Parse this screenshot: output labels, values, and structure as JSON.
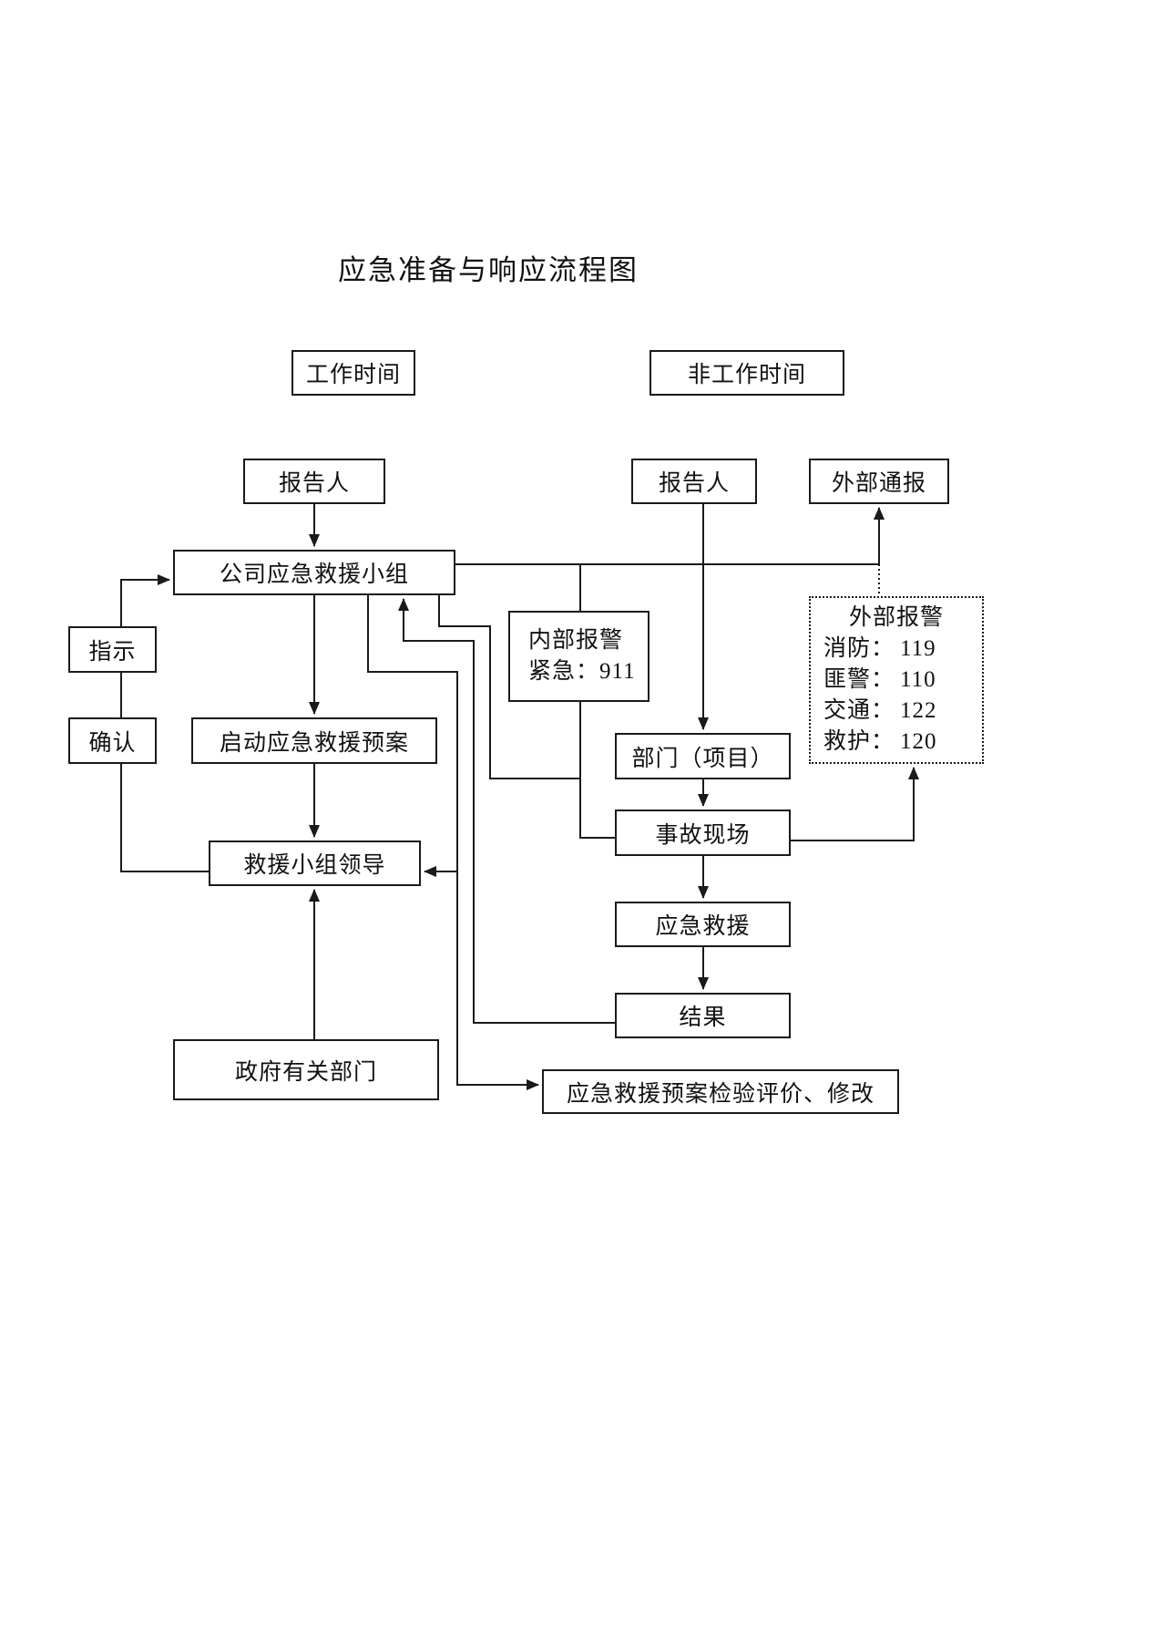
{
  "page": {
    "title": "应急准备与响应流程图"
  },
  "nodes": {
    "work_time": "工作时间",
    "non_work_time": "非工作时间",
    "reporter_left": "报告人",
    "reporter_right": "报告人",
    "external_notify": "外部通报",
    "company_team": "公司应急救援小组",
    "instruct": "指示",
    "confirm": "确认",
    "start_plan": "启动应急救援预案",
    "department": "部门（项目）",
    "accident_scene": "事故现场",
    "team_leader": "救援小组领导",
    "emergency_rescue": "应急救援",
    "result": "结果",
    "government": "政府有关部门",
    "plan_review": "应急救援预案检验评价、修改"
  },
  "internal_alarm": {
    "line1": "内部报警",
    "line2": "紧急：911"
  },
  "external_alarm": {
    "title": "外部报警",
    "rows": [
      {
        "label": "消防：",
        "value": "119"
      },
      {
        "label": "匪警：",
        "value": "110"
      },
      {
        "label": "交通：",
        "value": "122"
      },
      {
        "label": "救护：",
        "value": "120"
      }
    ]
  },
  "colors": {
    "line": "#1a1a1a",
    "background": "#ffffff"
  }
}
